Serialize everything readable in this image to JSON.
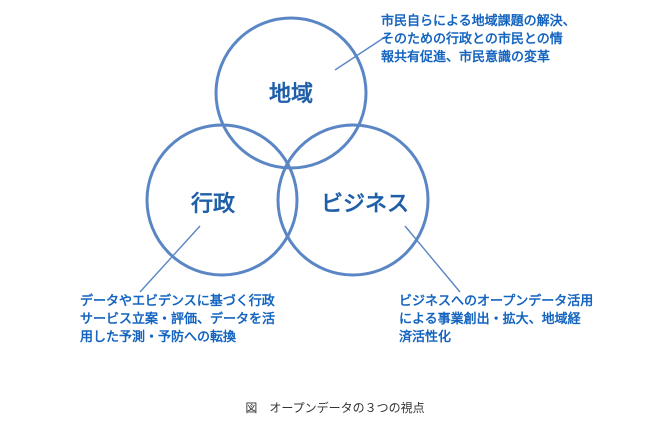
{
  "circles": {
    "region": "地域",
    "government": "行政",
    "business": "ビジネス"
  },
  "notes": {
    "region": [
      "市民自らによる地域課題の解決、",
      "そのための行政との市民との情",
      "報共有促進、市民意識の変革"
    ],
    "government": [
      "データやエビデンスに基づく行政",
      "サービス立案・評価、データを活",
      "用した予測・予防への転換"
    ],
    "business": [
      "ビジネスへのオープンデータ活用",
      "による事業創出・拡大、地域経",
      "済活性化"
    ]
  },
  "caption": "図　オープンデータの３つの視点",
  "colors": {
    "circle_stroke": "#5b86c5",
    "label_text": "#1f5fa8",
    "note_text": "#1565c0"
  }
}
